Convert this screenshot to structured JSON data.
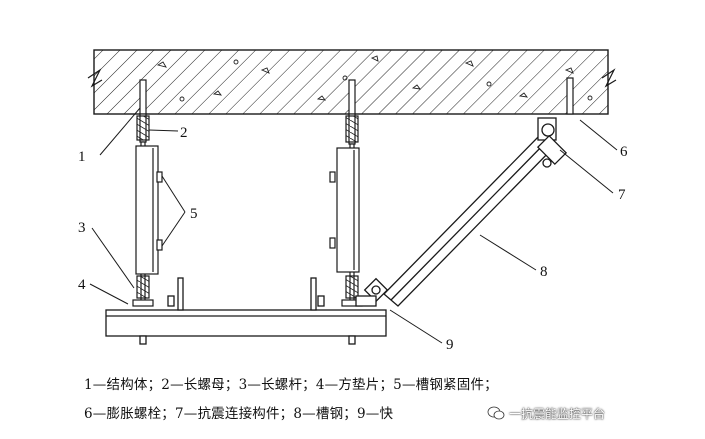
{
  "callouts": [
    "1",
    "2",
    "3",
    "4",
    "5",
    "6",
    "7",
    "8",
    "9"
  ],
  "legend": {
    "line1": "1—结构体；2—长螺母；3—长螺杆；4—方垫片；5—槽钢紧固件；",
    "line2": "6—膨胀螺栓；7—抗震连接构件；8—槽钢；9—快"
  },
  "watermark": {
    "text": "一抗震能监控平台",
    "icon": "wechat-icon"
  },
  "colors": {
    "line": "#1a1a1a",
    "background": "#ffffff"
  }
}
